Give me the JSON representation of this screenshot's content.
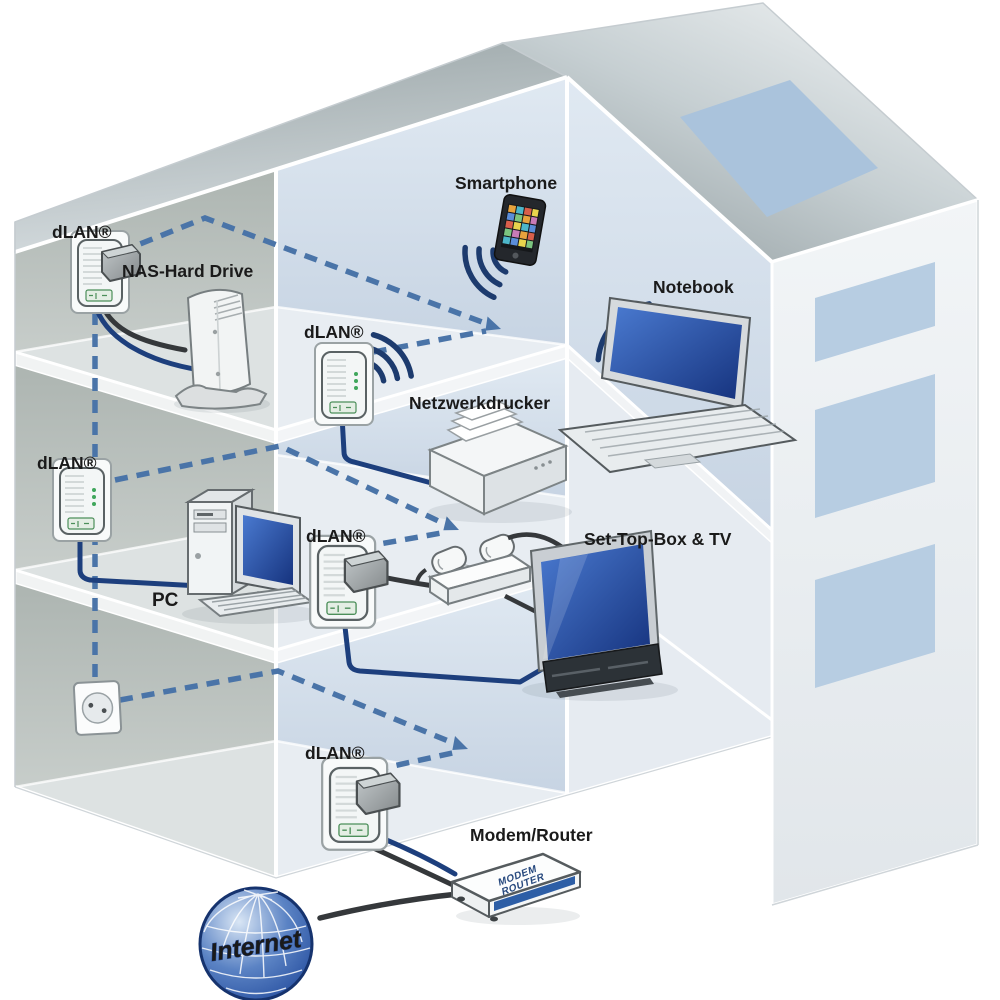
{
  "diagram": {
    "type": "dlan-powerline-home-network-cutaway-house",
    "labels": {
      "dlan": "dLAN®",
      "nas": "NAS-Hard Drive",
      "smartphone": "Smartphone",
      "notebook": "Notebook",
      "printer": "Netzwerkdrucker",
      "pc": "PC",
      "set_top_box_tv": "Set-Top-Box & TV",
      "modem_router": "Modem/Router",
      "internet": "Internet",
      "modem_device_line1": "MODEM",
      "modem_device_line2": "ROUTER"
    },
    "colors": {
      "powerline_dashed": "#4a74a8",
      "ethernet_cable": "#1d3f7d",
      "power_cable": "#35383b",
      "wifi_arcs": "#1d3b6e",
      "screen_blue": "#2b5cb0",
      "globe_blue": "#2f57a5",
      "window_blue": "#b7cde2",
      "wall_gray": "#b5bcb8",
      "room_blue": "#d5dfeb",
      "label_text": "#1a1a1a"
    },
    "devices": [
      {
        "id": "dlan-adapter-attic",
        "label_key": "dlan",
        "floor": "attic"
      },
      {
        "id": "nas-hard-drive",
        "label_key": "nas",
        "floor": "attic"
      },
      {
        "id": "smartphone",
        "label_key": "smartphone",
        "floor": "attic",
        "link": "wifi"
      },
      {
        "id": "notebook",
        "label_key": "notebook",
        "floor": "attic",
        "link": "wifi"
      },
      {
        "id": "dlan-adapter-printer",
        "label_key": "dlan",
        "floor": "upper"
      },
      {
        "id": "network-printer",
        "label_key": "printer",
        "floor": "upper"
      },
      {
        "id": "dlan-adapter-pc",
        "label_key": "dlan",
        "floor": "upper"
      },
      {
        "id": "pc",
        "label_key": "pc",
        "floor": "upper"
      },
      {
        "id": "dlan-adapter-tv",
        "label_key": "dlan",
        "floor": "middle"
      },
      {
        "id": "set-top-box-tv",
        "label_key": "set_top_box_tv",
        "floor": "middle"
      },
      {
        "id": "power-outlet",
        "floor": "ground"
      },
      {
        "id": "dlan-adapter-modem",
        "label_key": "dlan",
        "floor": "ground"
      },
      {
        "id": "modem-router",
        "label_key": "modem_router",
        "floor": "ground"
      },
      {
        "id": "internet-globe",
        "label_key": "internet",
        "floor": "outside"
      }
    ],
    "connections": [
      {
        "from": "dlan-adapter-attic",
        "to": "nas-hard-drive",
        "type": "cable"
      },
      {
        "from": "dlan-adapter-printer",
        "to": "network-printer",
        "type": "cable"
      },
      {
        "from": "dlan-adapter-printer",
        "to": "smartphone",
        "type": "wifi"
      },
      {
        "from": "dlan-adapter-printer",
        "to": "notebook",
        "type": "wifi"
      },
      {
        "from": "dlan-adapter-pc",
        "to": "pc",
        "type": "cable"
      },
      {
        "from": "dlan-adapter-tv",
        "to": "set-top-box-tv",
        "type": "cable"
      },
      {
        "from": "dlan-adapter-modem",
        "to": "modem-router",
        "type": "cable"
      },
      {
        "from": "modem-router",
        "to": "internet-globe",
        "type": "cable"
      },
      {
        "from": "power-outlet",
        "to": "dlan-adapters",
        "type": "powerline-dashed"
      }
    ]
  }
}
